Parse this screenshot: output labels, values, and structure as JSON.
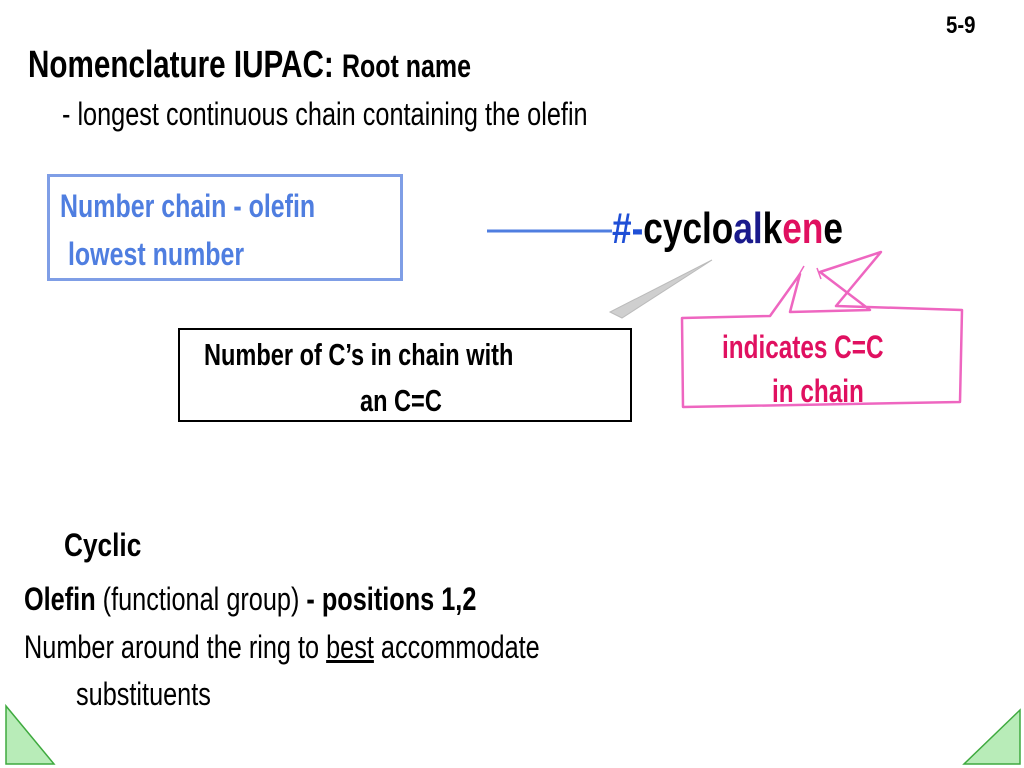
{
  "slide_number": "5-9",
  "title": {
    "main": "Nomenclature IUPAC:",
    "sub": "Root name"
  },
  "subtitle": "- longest continuous chain containing the olefin",
  "callouts": {
    "number_chain": {
      "line1": "Number chain - olefin",
      "line2": "lowest number"
    },
    "chain_count": {
      "line1": "Number of C’s in chain with",
      "line2": "an C=C"
    },
    "indicates": {
      "line1": "indicates C=C",
      "line2": "in chain"
    }
  },
  "formula": {
    "hash": "#-",
    "cyclo": "cyclo",
    "al": "al",
    "k": "k",
    "en": "en",
    "e": "e"
  },
  "cyclic_section": {
    "heading": "Cyclic",
    "olefin_label": "Olefin",
    "olefin_paren": " (functional group) ",
    "olefin_positions": "- positions 1,2",
    "number_prefix": "Number around the ring to ",
    "number_best": "best",
    "number_suffix": " accommodate",
    "substituents": "substituents"
  },
  "colors": {
    "blue_text": "#4f7ee0",
    "blue_box": "#7f9ee6",
    "pink": "#e01060",
    "pink_box": "#ee66c0",
    "navy": "#1a1a8c",
    "nav_green": "#7cd67c"
  },
  "icons": {
    "nav_prev": "triangle-prev-icon",
    "nav_next": "triangle-next-icon"
  }
}
